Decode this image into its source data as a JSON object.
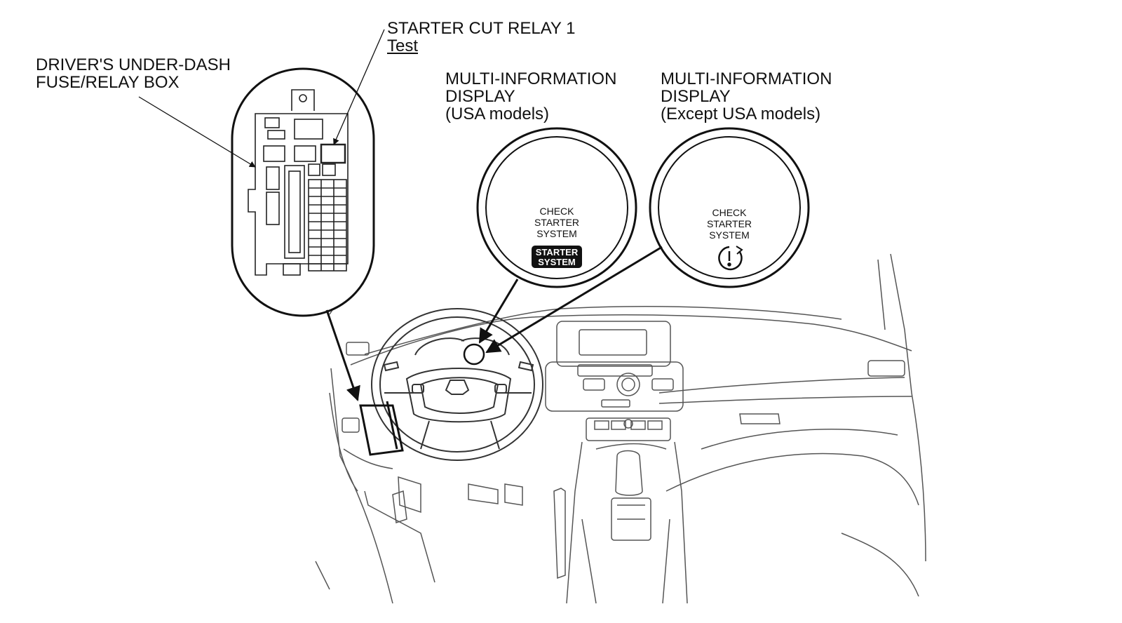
{
  "labels": {
    "fuse_box": {
      "line1": "DRIVER'S UNDER-DASH",
      "line2": "FUSE/RELAY BOX"
    },
    "relay": {
      "line1": "STARTER CUT RELAY 1",
      "line2": "Test"
    },
    "mid_usa": {
      "line1": "MULTI-INFORMATION",
      "line2": "DISPLAY",
      "line3": "(USA models)"
    },
    "mid_except": {
      "line1": "MULTI-INFORMATION",
      "line2": "DISPLAY",
      "line3": "(Except USA models)"
    }
  },
  "display_usa": {
    "msg1": "CHECK",
    "msg2": "STARTER",
    "msg3": "SYSTEM",
    "badge1": "STARTER",
    "badge2": "SYSTEM"
  },
  "display_except": {
    "msg1": "CHECK",
    "msg2": "STARTER",
    "msg3": "SYSTEM",
    "icon": "power-warning-icon"
  }
}
